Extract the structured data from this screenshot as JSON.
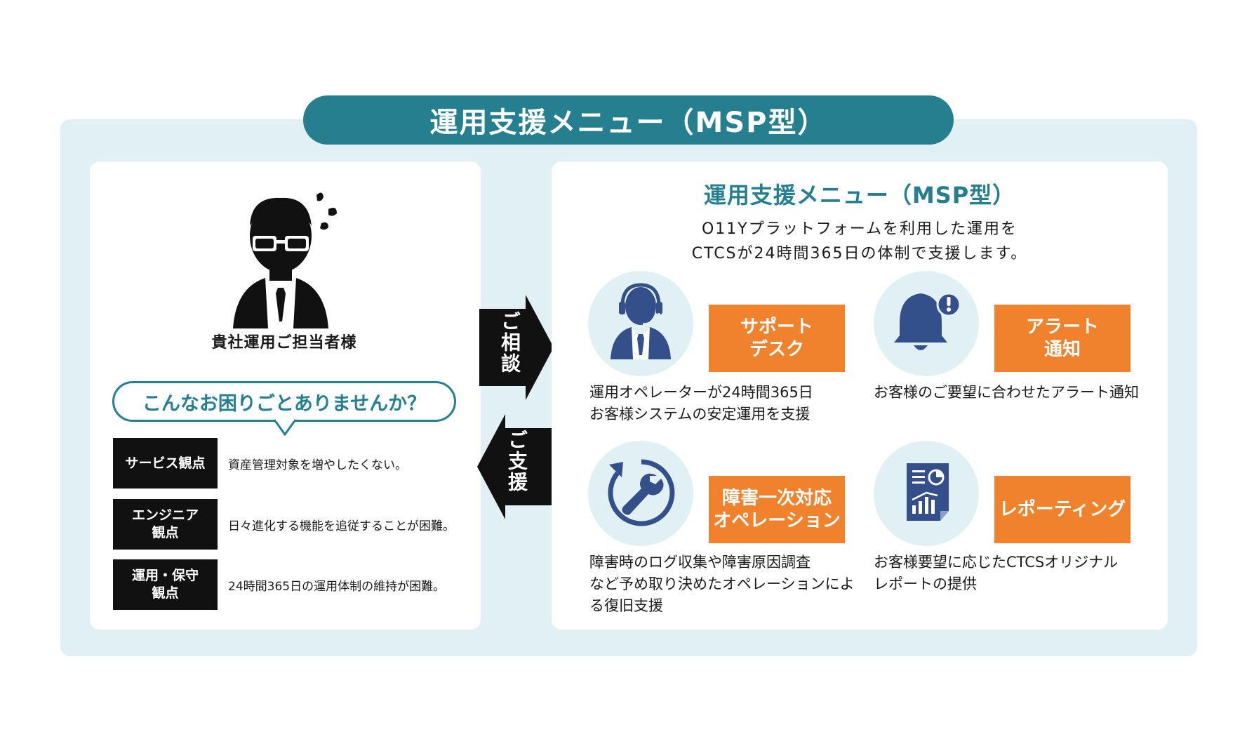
{
  "header": {
    "title": "運用支援メニュー（MSP型）"
  },
  "client": {
    "label": "貴社運用ご担当者様",
    "question": "こんなお困りごとありませんか？",
    "concerns": [
      {
        "label": "サービス観点",
        "text": "資産管理対象を増やしたくない。"
      },
      {
        "label": "エンジニア\n観点",
        "text": "日々進化する機能を追従することが困難。"
      },
      {
        "label": "運用・保守\n観点",
        "text": "24時間365日の運用体制の維持が困難。"
      }
    ]
  },
  "arrows": {
    "consult": "ご相談",
    "support": "ご支援"
  },
  "menu": {
    "title": "運用支援メニュー（MSP型）",
    "subtitle_line1": "O11Yプラットフォームを利用した運用を",
    "subtitle_line2": "CTCSが24時間365日の体制で支援します。",
    "services": [
      {
        "icon": "headset-operator-icon",
        "name": "サポート\nデスク",
        "desc": "運用オペレーターが24時間365日\nお客様システムの安定運用を支援"
      },
      {
        "icon": "bell-alert-icon",
        "name": "アラート\n通知",
        "desc": "お客様のご要望に合わせたアラート通知"
      },
      {
        "icon": "wrench-recovery-icon",
        "name": "障害一次対応\nオペレーション",
        "desc": "障害時のログ収集や障害原因調査\nなど予め取り決めたオペレーションによ\nる復旧支援"
      },
      {
        "icon": "report-chart-icon",
        "name": "レポーティング",
        "desc": "お客様要望に応じたCTCSオリジナル\nレポートの提供"
      }
    ]
  },
  "colors": {
    "teal": "#267f8f",
    "light_teal": "#e0f0f3",
    "orange": "#f0822d",
    "navy": "#34508a",
    "black": "#111111"
  }
}
